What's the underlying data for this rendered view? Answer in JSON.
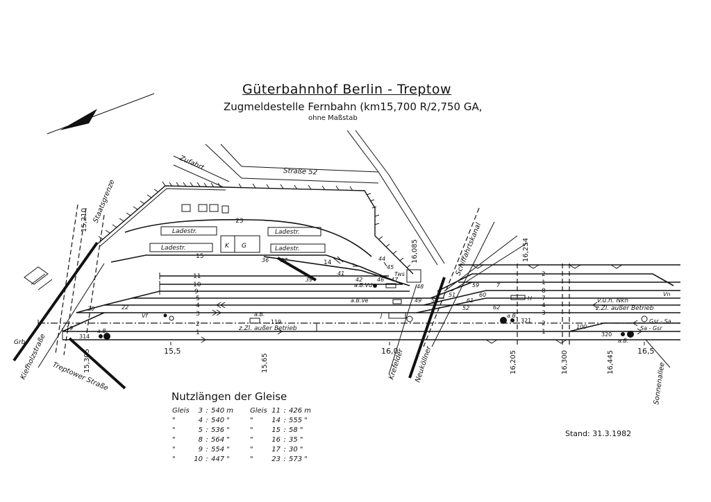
{
  "title": "Güterbahnhof  Berlin - Treptow",
  "subtitle": "Zugmeldestelle  Fernbahn (km15,700 R/2,750 GA,",
  "scale_note": "ohne Maßstab",
  "stand": "Stand: 31.3.1982",
  "streets": {
    "strasse52": "Straße 52",
    "zufahrt": "Zufahrt",
    "staatsgrenze": "Staatsgrenze",
    "kiefholzstrasse": "Kiefholzstraße",
    "treptower_strasse": "Treptower Straße",
    "sonnenallee": "Sonnenallee",
    "schifffahrtskanal": "Schiffahrtskanal",
    "kreuzfeld": "Krefelder",
    "neukoellner": "Neuköllner"
  },
  "areas": {
    "ladestr": "Ladestr.",
    "k": "K",
    "g": "G",
    "tws": "Tws"
  },
  "km_marks": [
    "15,210",
    "15,305",
    "15,5",
    "15,65",
    "16,0",
    "16,085",
    "16,205",
    "16,254",
    "16,300",
    "16,445",
    "16,5"
  ],
  "track_numbers": [
    "23",
    "15",
    "14",
    "11",
    "10",
    "9",
    "5",
    "4",
    "3",
    "2",
    "1"
  ],
  "right_track_numbers": [
    "2",
    "1",
    "8",
    "7",
    "4",
    "3",
    "2",
    "1"
  ],
  "switch_numbers": [
    "36",
    "37",
    "39",
    "41",
    "42",
    "44",
    "45",
    "46",
    "47",
    "48",
    "49",
    "50",
    "51",
    "52",
    "59",
    "60",
    "61",
    "62",
    "100",
    "19",
    "20",
    "22"
  ],
  "signal_labels": {
    "ab_vd": "a.B.Vd",
    "ab_ve": "a.B.Ve",
    "ab_left": "a.B.",
    "ab_mid": "a.B.",
    "ab_right": "a.B.",
    "ab_far": "a.B.",
    "vf": "Vf",
    "vn": "Vn",
    "h": "H",
    "j": "J",
    "s119": "119",
    "s314": "314",
    "s321": "321",
    "s320": "320",
    "grb": "Grb"
  },
  "annotations": {
    "zl_ausser_betrieb_1": "z.Zl. außer Betrieb",
    "zl_ausser_betrieb_2": "z.Zl. außer Betrieb",
    "v_u_n_nkn": "v.u.n. Nkn",
    "gsr_sa": "Gsr - Sa",
    "sa_gsr": "Sa - Gsr"
  },
  "lengths_title": "Nutzlängen der Gleise",
  "lengths": [
    {
      "label": "Gleis",
      "track": "3",
      "value": "540 m"
    },
    {
      "label": "\"",
      "track": "4",
      "value": "540 \""
    },
    {
      "label": "\"",
      "track": "5",
      "value": "536 \""
    },
    {
      "label": "\"",
      "track": "8",
      "value": "564 \""
    },
    {
      "label": "\"",
      "track": "9",
      "value": "554 \""
    },
    {
      "label": "\"",
      "track": "10",
      "value": "447 \""
    }
  ],
  "lengths_right": [
    {
      "label": "Gleis",
      "track": "11",
      "value": "426 m"
    },
    {
      "label": "\"",
      "track": "14",
      "value": "555 \""
    },
    {
      "label": "\"",
      "track": "15",
      "value": "58 \""
    },
    {
      "label": "\"",
      "track": "16",
      "value": "35 \""
    },
    {
      "label": "\"",
      "track": "17",
      "value": "30 \""
    },
    {
      "label": "\"",
      "track": "23",
      "value": "573 \""
    }
  ]
}
